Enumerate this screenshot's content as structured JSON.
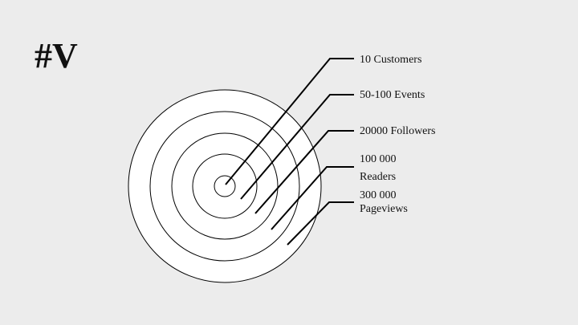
{
  "slide": {
    "title": "#V",
    "background": "#ececec"
  },
  "diagram": {
    "type": "concentric-circles",
    "stroke_color": "#000000",
    "fill_color": "#ffffff",
    "rings": [
      {
        "label": "10 Customers"
      },
      {
        "label": "50-100 Events"
      },
      {
        "label": "20000 Followers"
      },
      {
        "label": "100 000\nReaders"
      },
      {
        "label": "300 000\nPageviews"
      }
    ]
  }
}
